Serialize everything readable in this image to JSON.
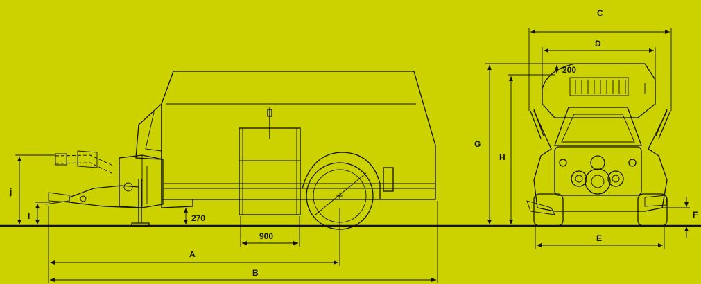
{
  "colors": {
    "background": "#cbd200",
    "ink": "#111111"
  },
  "side_view": {
    "dimensions": {
      "A": "A",
      "B": "B",
      "j": "j",
      "I": "I",
      "ground_clearance": "270",
      "wheel_width": "900"
    }
  },
  "rear_view": {
    "dimensions": {
      "C": "C",
      "D": "D",
      "E": "E",
      "F": "F",
      "G": "G",
      "H": "H",
      "top_offset": "200"
    }
  }
}
